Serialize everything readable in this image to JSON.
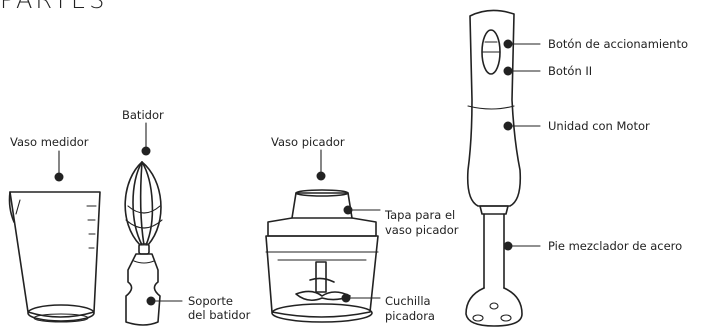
{
  "diagram": {
    "title": "PARTES",
    "labels": {
      "vaso_medidor": "Vaso medidor",
      "batidor": "Batidor",
      "soporte_line1": "Soporte",
      "soporte_line2": "del batidor",
      "vaso_picador": "Vaso picador",
      "tapa_line1": "Tapa para el",
      "tapa_line2": "vaso picador",
      "cuchilla_line1": "Cuchilla",
      "cuchilla_line2": "picadora",
      "boton_accionamiento": "Botón de accionamiento",
      "boton_ii": "Botón II",
      "unidad_motor": "Unidad con Motor",
      "pie_mezclador": "Pie mezclador de acero"
    },
    "line_color": "#222222"
  }
}
